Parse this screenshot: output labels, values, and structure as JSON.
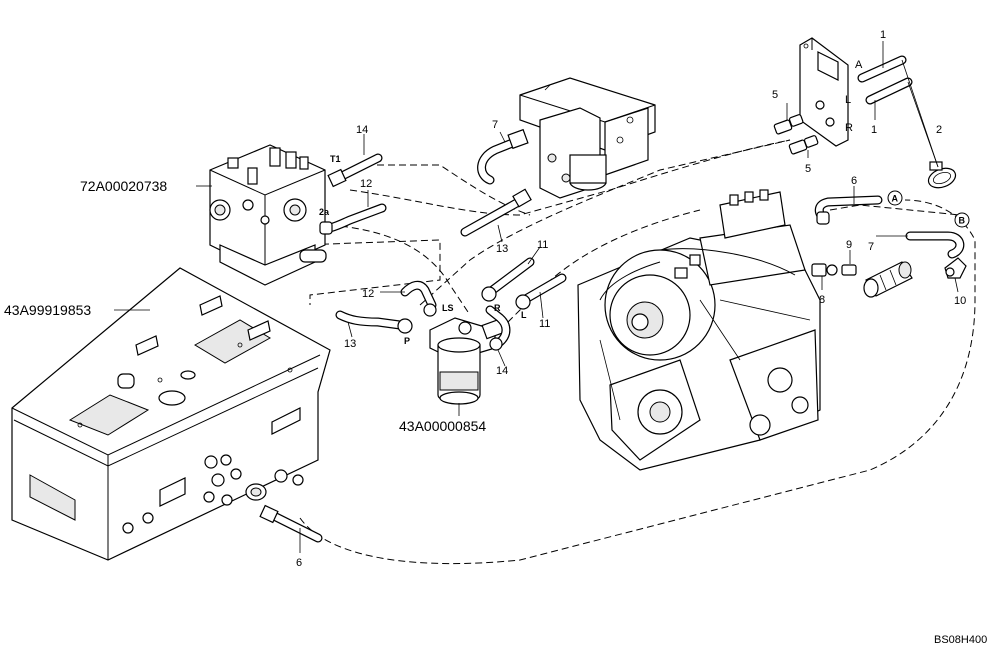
{
  "assemblies": {
    "valve_block": "72A00020738",
    "tank": "43A99919853",
    "filter": "43A00000854"
  },
  "callouts": {
    "c1a": "1",
    "c1b": "1",
    "c2": "2",
    "c5a": "5",
    "c5b": "5",
    "c6a": "6",
    "c6b": "6",
    "c7a": "7",
    "c7b": "7",
    "c8": "8",
    "c9": "9",
    "c10": "10",
    "c11a": "11",
    "c11b": "11",
    "c12a": "12",
    "c12b": "12",
    "c13a": "13",
    "c13b": "13",
    "c14a": "14",
    "c14b": "14"
  },
  "port_labels": {
    "T1": "T1",
    "p2a": "2a",
    "LS": "LS",
    "P": "P",
    "R_filter": "R",
    "L_filter": "L",
    "A_bracket": "A",
    "L_bracket": "L",
    "R_bracket": "R"
  },
  "connection_markers": {
    "A": "A",
    "B": "B"
  },
  "drawing_ref": "BS08H400"
}
